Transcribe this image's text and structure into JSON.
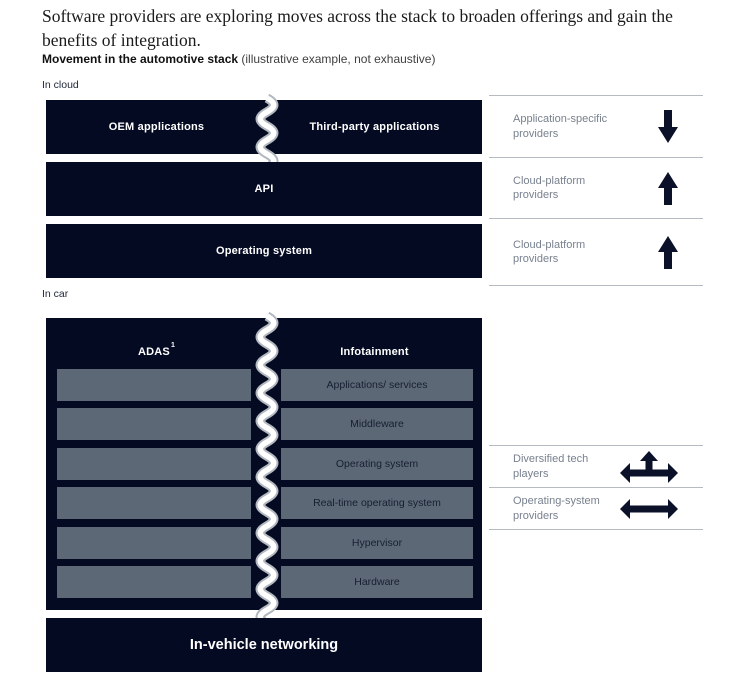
{
  "title": "Software providers are exploring moves across the stack to broaden offerings and gain the benefits of integration.",
  "exhibit": {
    "heading_bold": "Movement in the automotive stack",
    "heading_note": "(illustrative example, not exhaustive)"
  },
  "cloud": {
    "section_label": "In cloud",
    "rows": {
      "oem": "OEM applications",
      "third_party": "Third-party applications",
      "api": "API",
      "os": "Operating system"
    },
    "providers": [
      {
        "label": "Application-specific providers",
        "direction": "down"
      },
      {
        "label": "Cloud-platform providers",
        "direction": "up"
      },
      {
        "label": "Cloud-platform providers",
        "direction": "up"
      }
    ]
  },
  "car": {
    "section_label": "In car",
    "left_header": "ADAS",
    "left_header_sup": "1",
    "right_header": "Infotainment",
    "layers": [
      "Applications/ services",
      "Middleware",
      "Operating system",
      "Real-time operating system",
      "Hypervisor",
      "Hardware"
    ],
    "providers": [
      {
        "label": "Diversified tech players",
        "direction": "up-left-right"
      },
      {
        "label": "Operating-system providers",
        "direction": "left-right"
      }
    ]
  },
  "networking_label": "In-vehicle networking",
  "colors": {
    "navy": "#050a23",
    "layer_gray": "#5d6876",
    "rule_gray": "#b6bac1",
    "provider_text": "#78818e",
    "wave_outline": "#b2b8c0",
    "wave_fill": "#ffffff"
  }
}
